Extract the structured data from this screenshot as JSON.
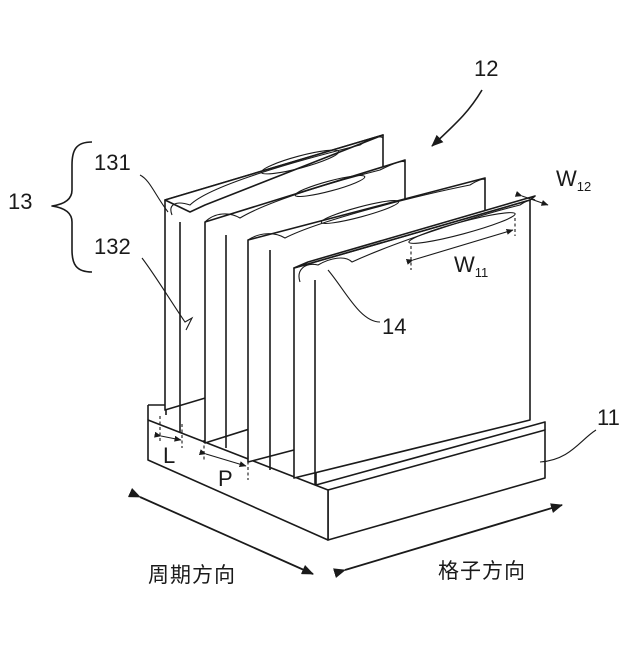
{
  "labels": {
    "structure": "12",
    "substrate": "11",
    "grating_group": "13",
    "part_upper": "131",
    "part_lower": "132",
    "groove": "14",
    "width_top_main": "W",
    "width_top_sub": "12",
    "width_mid_main": "W",
    "width_mid_sub": "11",
    "length": "L",
    "pitch": "P"
  },
  "axes": {
    "period_direction": "周期方向",
    "lattice_direction": "格子方向"
  }
}
